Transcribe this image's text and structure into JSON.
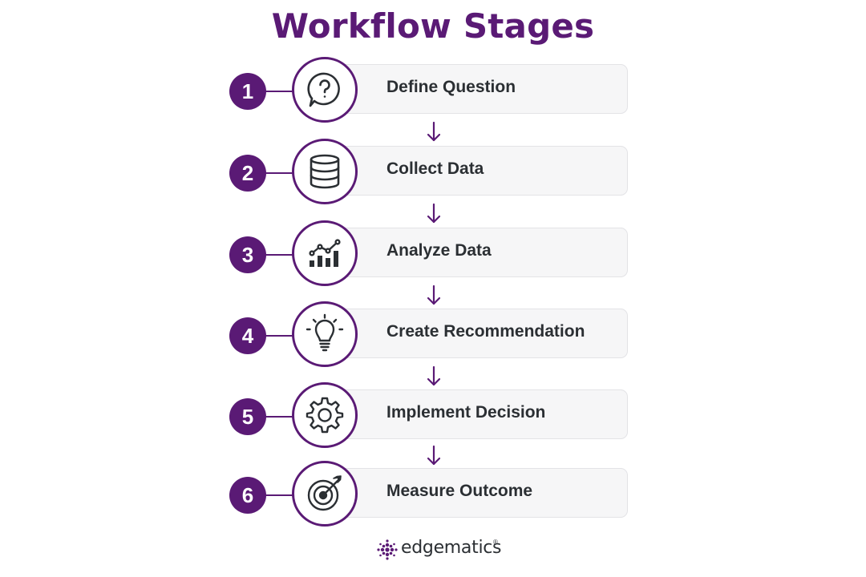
{
  "title": "Workflow Stages",
  "accent_color": "#5a1a75",
  "steps": [
    {
      "number": "1",
      "label": "Define Question",
      "icon": "question-speech-bubble-icon"
    },
    {
      "number": "2",
      "label": "Collect Data",
      "icon": "database-icon"
    },
    {
      "number": "3",
      "label": "Analyze Data",
      "icon": "bar-line-chart-icon"
    },
    {
      "number": "4",
      "label": "Create Recommendation",
      "icon": "lightbulb-icon"
    },
    {
      "number": "5",
      "label": "Implement Decision",
      "icon": "gear-icon"
    },
    {
      "number": "6",
      "label": "Measure Outcome",
      "icon": "target-arrow-icon"
    }
  ],
  "brand": {
    "name": "edgematics",
    "registered": "®"
  }
}
